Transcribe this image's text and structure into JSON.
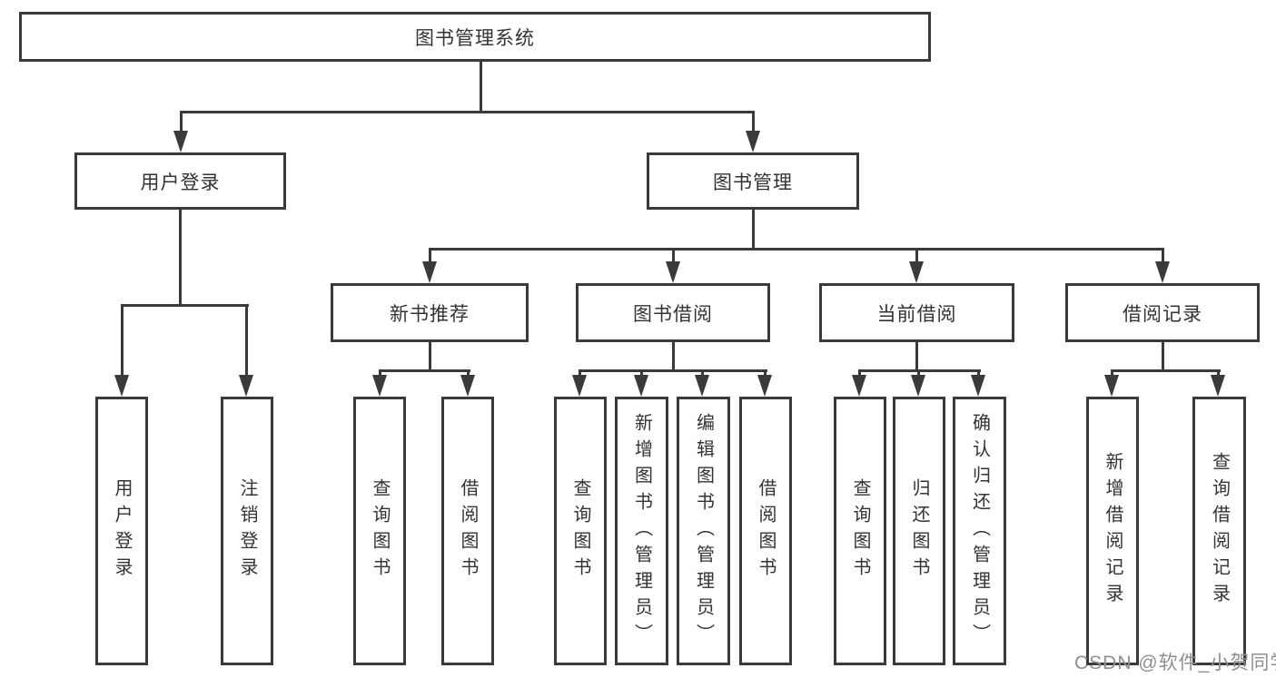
{
  "nodes": {
    "root": "图书管理系统",
    "level2": [
      "用户登录",
      "图书管理"
    ],
    "level3": [
      "新书推荐",
      "图书借阅",
      "当前借阅",
      "借阅记录"
    ],
    "leaves": [
      "用户登录",
      "注销登录",
      "查询图书",
      "借阅图书",
      "查询图书",
      "新增图书（管理员）",
      "编辑图书（管理员）",
      "借阅图书",
      "查询图书",
      "归还图书",
      "确认归还（管理员）",
      "新增借阅记录",
      "查询借阅记录"
    ]
  },
  "watermark": "CSDN @软件_小贺同学",
  "colors": {
    "line": "#3a3a3a",
    "text": "#333333",
    "watermark": "#8f8f8f",
    "background": "#ffffff"
  }
}
